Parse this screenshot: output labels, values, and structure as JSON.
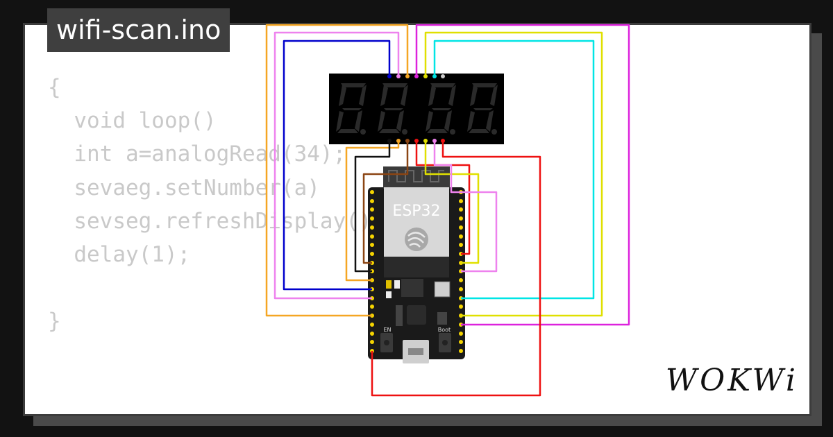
{
  "project": {
    "filename": "wifi-scan.ino"
  },
  "code_lines": [
    "{",
    "  void loop()",
    "  int a=analogRead(34);",
    "  sevaeg.setNumber(a)",
    "  sevseg.refreshDisplay();",
    "  delay(1);",
    "",
    "}"
  ],
  "board": {
    "chip_label": "ESP32",
    "en_label": "EN",
    "boot_label": "Boot"
  },
  "brand": {
    "logo_text": "WOKWi"
  },
  "colors": {
    "background": "#121212",
    "card": "#ffffff",
    "code_text": "#c9c9c9",
    "wires": [
      "#f5a623",
      "#ee82ee",
      "#0000cc",
      "#e0e000",
      "#00e5e5",
      "#dd22dd",
      "#ee1111",
      "#111111",
      "#8b4513"
    ]
  },
  "icons": [
    "seven-segment-display-icon",
    "esp32-board-icon",
    "espressif-logo-icon",
    "usb-port-icon"
  ]
}
